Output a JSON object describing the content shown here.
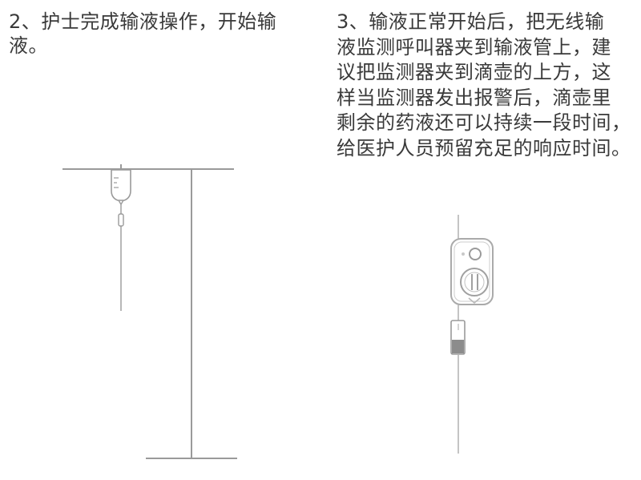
{
  "steps": [
    {
      "text": "2、护士完成输液操作，开始输\n液。",
      "illustration": "iv-stand-with-infusion-bag"
    },
    {
      "text": "3、输液正常开始后，把无线输\n液监测呼叫器夹到输液管上，建\n议把监测器夹到滴壶的上方，这\n样当监测器发出报警后，滴壶里\n剩余的药液还可以持续一段时间，\n给医护人员预留充足的响应时间。",
      "illustration": "wireless-infusion-monitor-clipped-on-tube"
    }
  ]
}
